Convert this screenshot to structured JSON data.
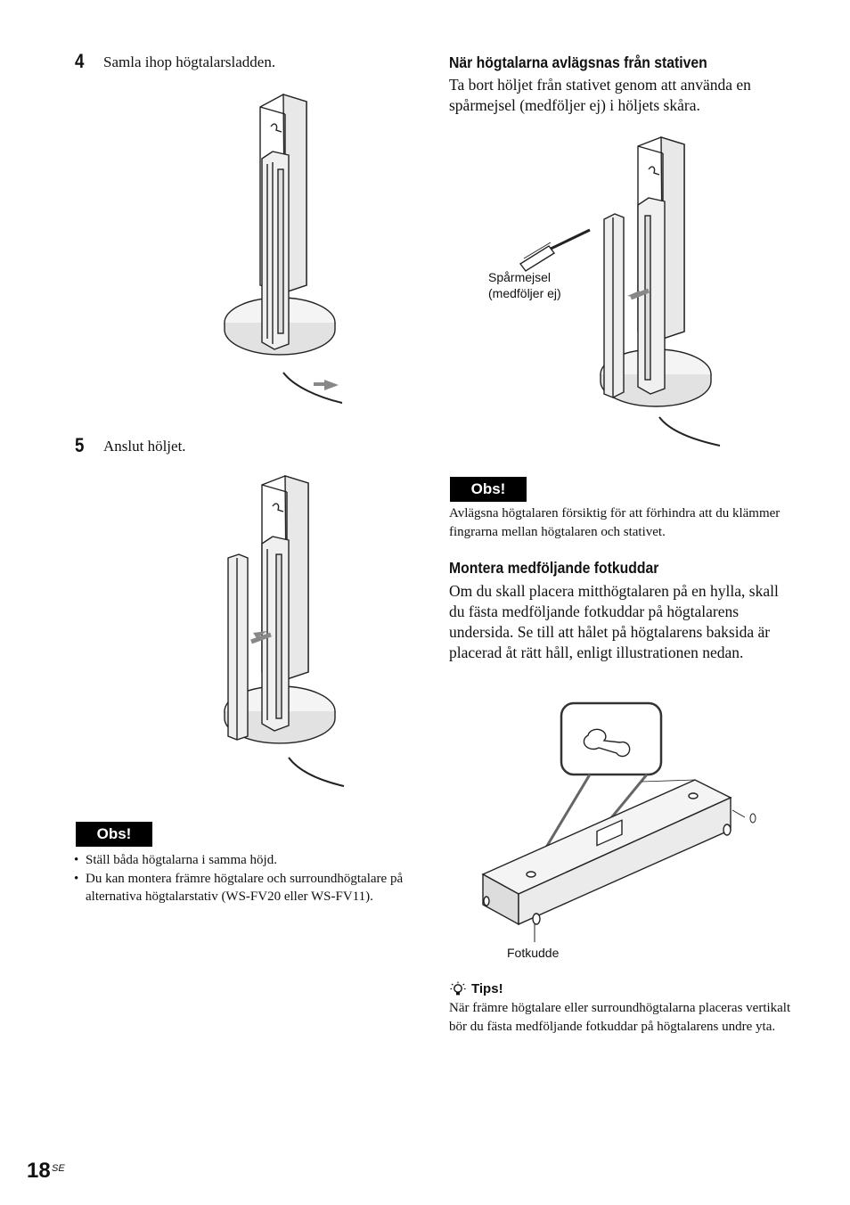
{
  "left": {
    "step4": {
      "number": "4",
      "text": "Samla ihop högtalarsladden."
    },
    "step5": {
      "number": "5",
      "text": "Anslut höljet."
    },
    "note": {
      "badge": "Obs!",
      "items": [
        "Ställ båda högtalarna i samma höjd.",
        "Du kan montera främre högtalare och surroundhögtalare på alternativa högtalarstativ (WS-FV20 eller WS-FV11)."
      ]
    }
  },
  "right": {
    "removal": {
      "title": "När högtalarna avlägsnas från stativen",
      "text": "Ta bort höljet från stativet genom att använda en spårmejsel (medföljer ej) i höljets skåra.",
      "callout_line1": "Spårmejsel",
      "callout_line2": "(medföljer ej)"
    },
    "note": {
      "badge": "Obs!",
      "text": "Avlägsna högtalaren försiktig för att förhindra att du klämmer fingrarna mellan högtalaren och stativet."
    },
    "pads": {
      "title": "Montera medföljande fotkuddar",
      "text": "Om du skall placera mitthögtalaren på en hylla, skall du fästa medföljande fotkuddar på högtalarens undersida. Se till att hålet på högtalarens baksida är placerad åt rätt håll, enligt illustrationen nedan.",
      "callout": "Fotkudde"
    },
    "tips": {
      "label": "Tips!",
      "text": "När främre högtalare eller surroundhögtalarna placeras vertikalt bör du fästa medföljande fotkuddar på högtalarens undre yta."
    }
  },
  "footer": {
    "page_number": "18",
    "suffix": "SE"
  }
}
